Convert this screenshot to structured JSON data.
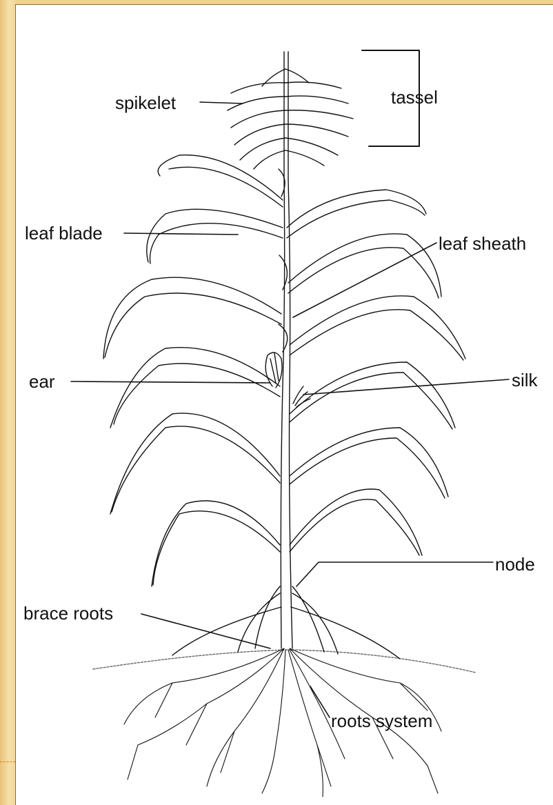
{
  "diagram": {
    "labels": {
      "spikelet": "spikelet",
      "tassel": "tassel",
      "leaf_blade": "leaf blade",
      "leaf_sheath": "leaf sheath",
      "ear": "ear",
      "silk": "silk",
      "node": "node",
      "brace_roots": "brace roots",
      "roots_system": "roots system"
    },
    "colors": {
      "background_frame": "#f2d9a2",
      "canvas": "#ffffff",
      "ink": "#111111",
      "accent_dash": "#e07a20"
    }
  }
}
